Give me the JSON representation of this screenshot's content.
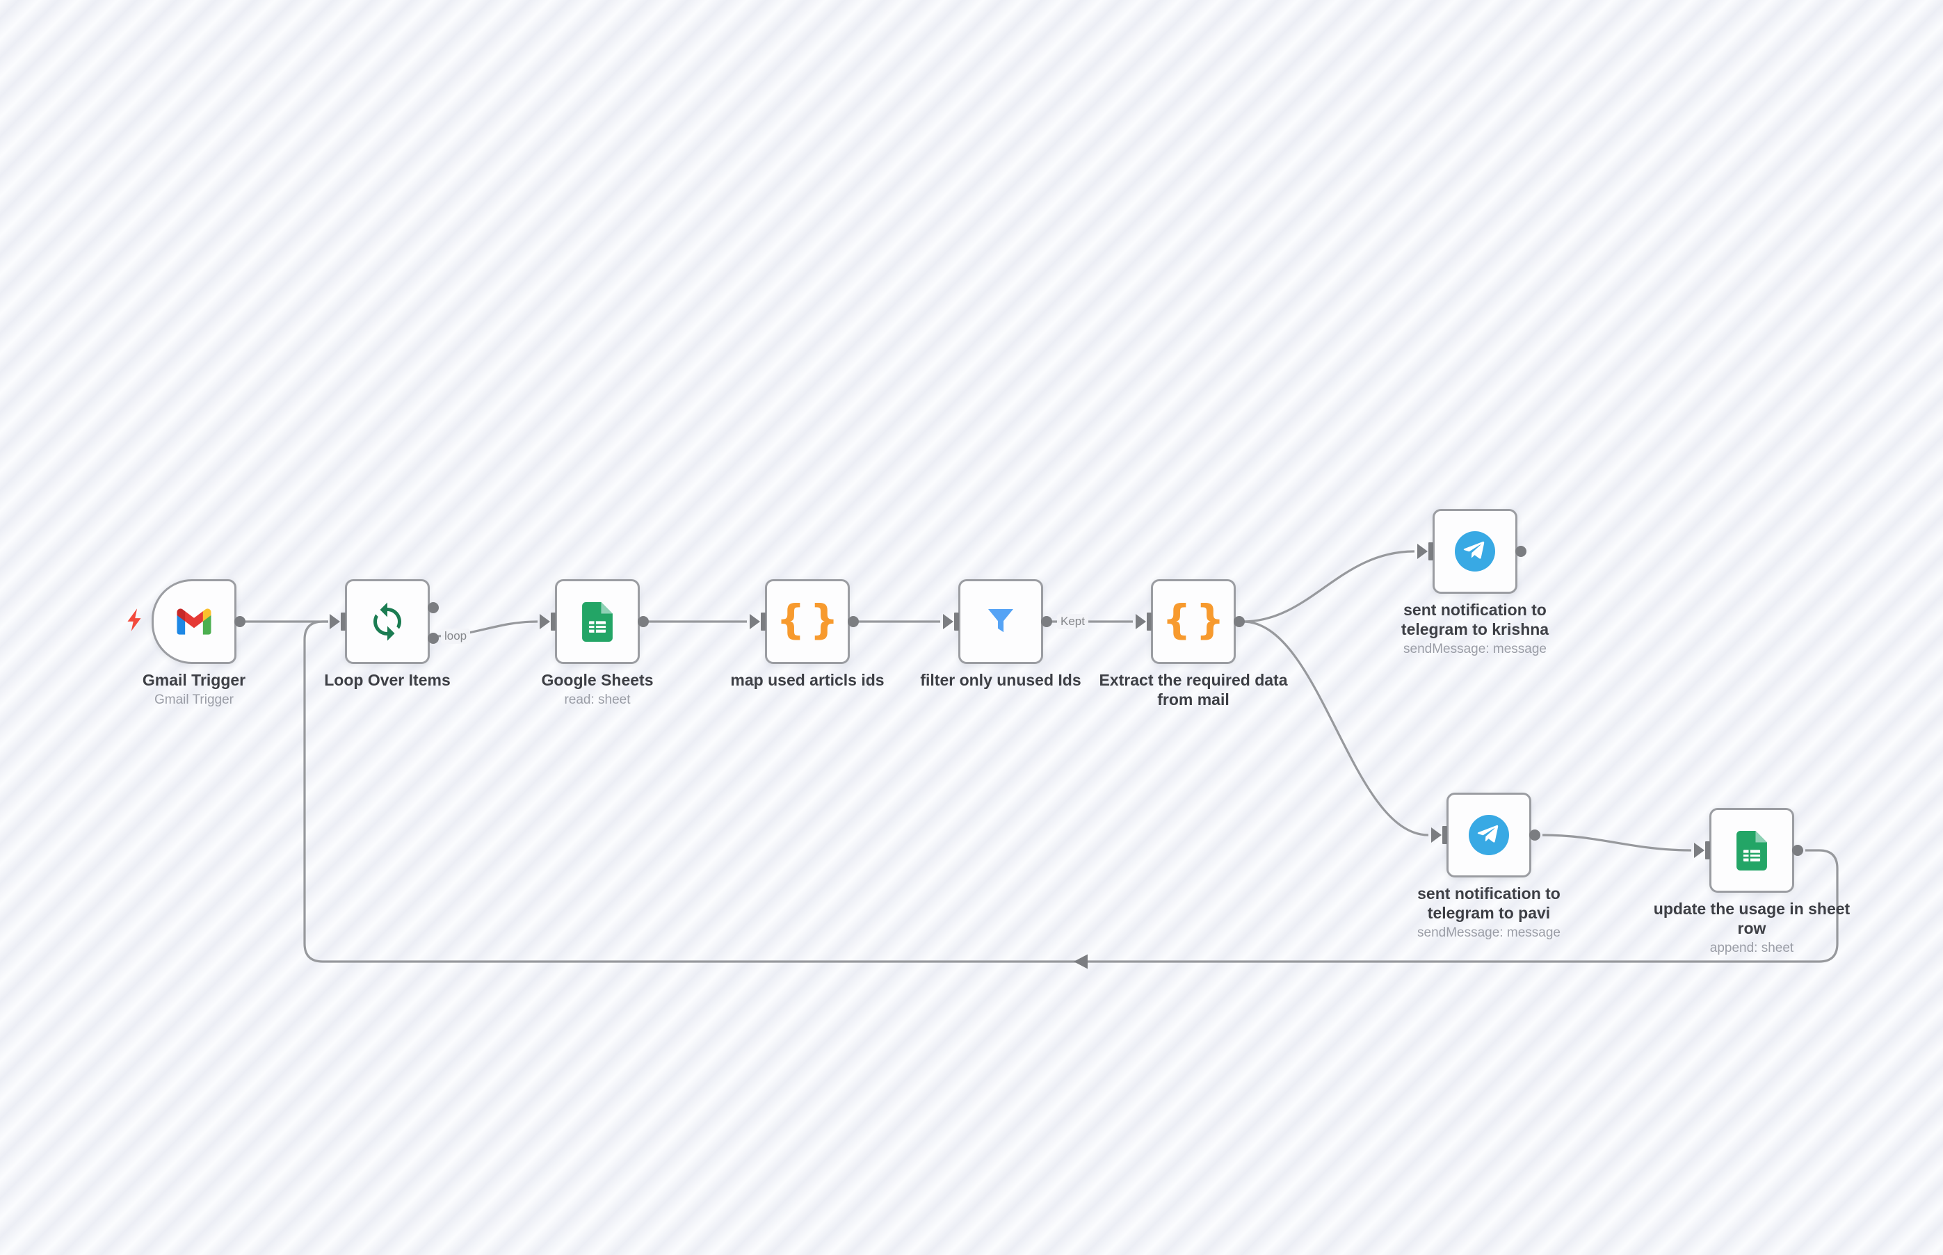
{
  "app": {
    "name": "workflow-canvas"
  },
  "nodes": [
    {
      "id": "gmail-trigger",
      "label": "Gmail Trigger",
      "subtitle": "Gmail Trigger",
      "icon": "gmail-icon"
    },
    {
      "id": "loop-over-items",
      "label": "Loop Over Items",
      "subtitle": "",
      "icon": "loop-sync-icon"
    },
    {
      "id": "google-sheets",
      "label": "Google Sheets",
      "subtitle": "read: sheet",
      "icon": "google-sheets-icon"
    },
    {
      "id": "map-used-articls-ids",
      "label": "map used articls ids",
      "subtitle": "",
      "icon": "code-braces-icon"
    },
    {
      "id": "filter-only-unused-ids",
      "label": "filter only unused Ids",
      "subtitle": "",
      "icon": "filter-funnel-icon"
    },
    {
      "id": "extract-required-data",
      "label": "Extract the required data from mail",
      "subtitle": "",
      "icon": "code-braces-icon"
    },
    {
      "id": "telegram-krishna",
      "label": "sent notification to telegram to krishna",
      "subtitle": "sendMessage: message",
      "icon": "telegram-icon"
    },
    {
      "id": "telegram-pavi",
      "label": "sent notification to telegram to pavi",
      "subtitle": "sendMessage: message",
      "icon": "telegram-icon"
    },
    {
      "id": "update-usage-sheet-row",
      "label": "update the usage in sheet row",
      "subtitle": "append: sheet",
      "icon": "google-sheets-icon"
    }
  ],
  "glyphs": {
    "code_braces": "{}"
  },
  "edge_labels": {
    "loop": "loop",
    "kept": "Kept"
  },
  "connections": [
    {
      "from": "gmail-trigger",
      "to": "loop-over-items"
    },
    {
      "from": "loop-over-items",
      "to": "google-sheets",
      "label": "loop"
    },
    {
      "from": "google-sheets",
      "to": "map-used-articls-ids"
    },
    {
      "from": "map-used-articls-ids",
      "to": "filter-only-unused-ids"
    },
    {
      "from": "filter-only-unused-ids",
      "to": "extract-required-data",
      "label": "Kept"
    },
    {
      "from": "extract-required-data",
      "to": "telegram-krishna"
    },
    {
      "from": "extract-required-data",
      "to": "telegram-pavi"
    },
    {
      "from": "telegram-pavi",
      "to": "update-usage-sheet-row"
    },
    {
      "from": "update-usage-sheet-row",
      "to": "loop-over-items",
      "kind": "loop-back"
    }
  ],
  "colors": {
    "canvas_stripe_light": "#fbfcfe",
    "canvas_stripe_dark": "#eceef5",
    "node_border": "#9b9da2",
    "edge": "#97999d",
    "port": "#7b7d81",
    "label": "#3d3f45",
    "subtitle": "#9a9da6",
    "loop_green": "#1b7c52",
    "sheets_green": "#23a566",
    "code_orange": "#f79a2e",
    "filter_blue": "#55a3f5",
    "telegram_blue": "#38a9e4",
    "bolt_red": "#f2493c"
  }
}
